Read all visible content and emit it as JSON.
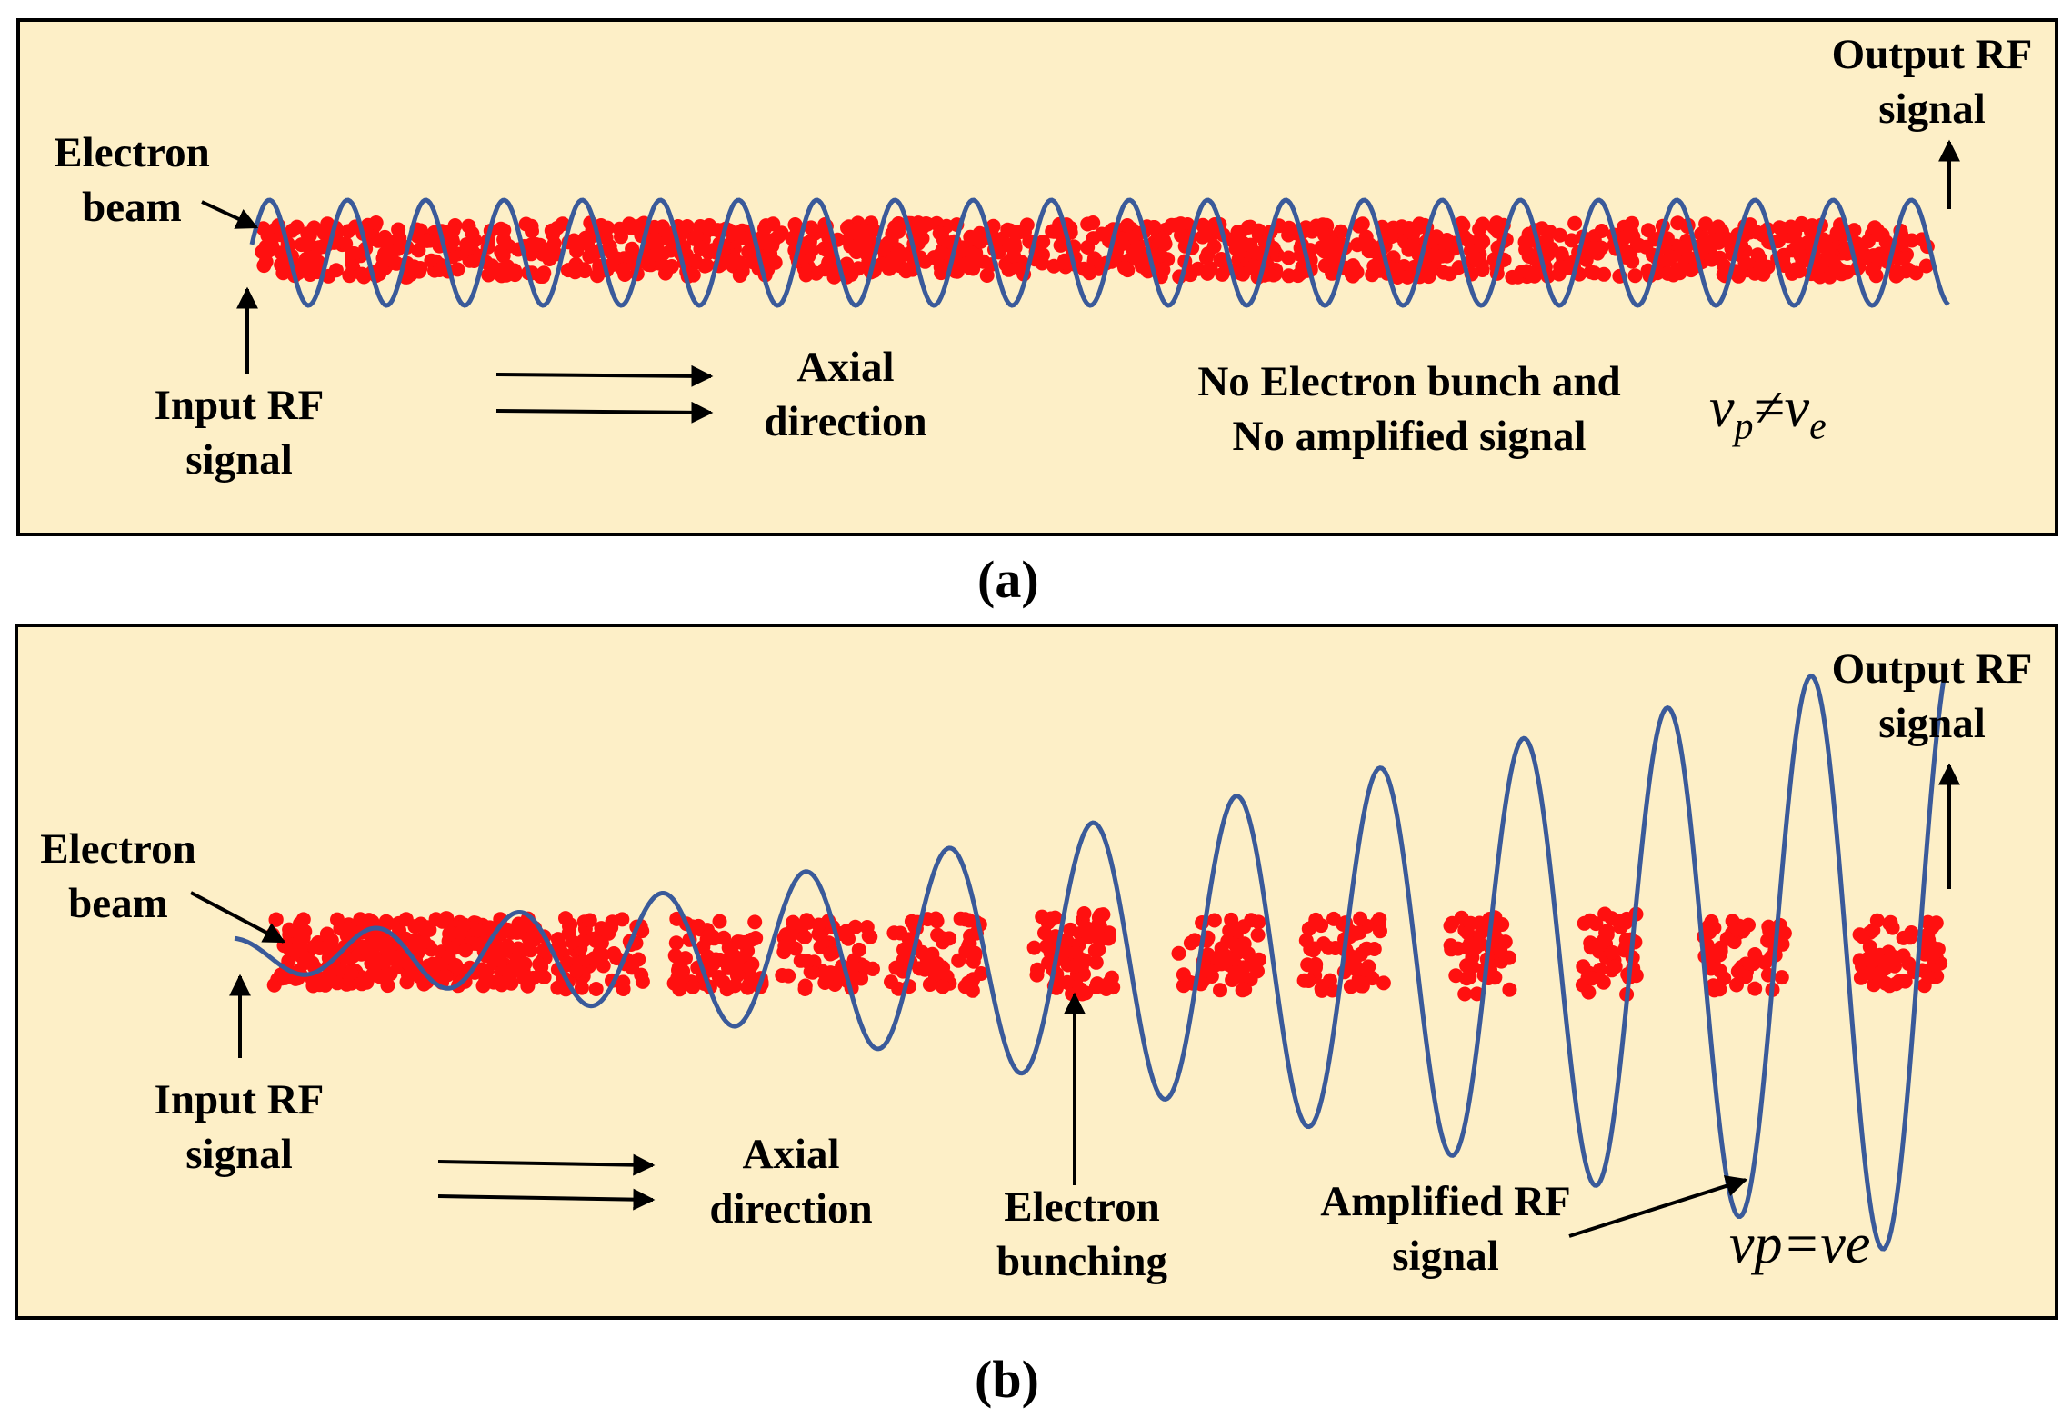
{
  "panel_a": {
    "caption": "(a)",
    "electron_beam": [
      "Electron",
      "beam"
    ],
    "input_rf": [
      "Input RF",
      "signal"
    ],
    "output_rf": [
      "Output RF",
      "signal"
    ],
    "axial": [
      "Axial",
      "direction"
    ],
    "no_bunch": [
      "No Electron bunch and",
      "No amplified signal"
    ],
    "velocity": {
      "v1": "v",
      "s1": "p",
      "rel": "≠",
      "v2": "v",
      "s2": "e"
    }
  },
  "panel_b": {
    "caption": "(b)",
    "electron_beam": [
      "Electron",
      "beam"
    ],
    "input_rf": [
      "Input RF",
      "signal"
    ],
    "output_rf": [
      "Output RF",
      "signal"
    ],
    "axial": [
      "Axial",
      "direction"
    ],
    "bunching": [
      "Electron",
      "bunching"
    ],
    "amplified": [
      "Amplified RF",
      "signal"
    ],
    "velocity": "vp=ve"
  },
  "colors": {
    "panel_bg": "#FDEFC7",
    "wave": "#3A5A9A",
    "electron": "#FF1010",
    "border": "#000000"
  }
}
